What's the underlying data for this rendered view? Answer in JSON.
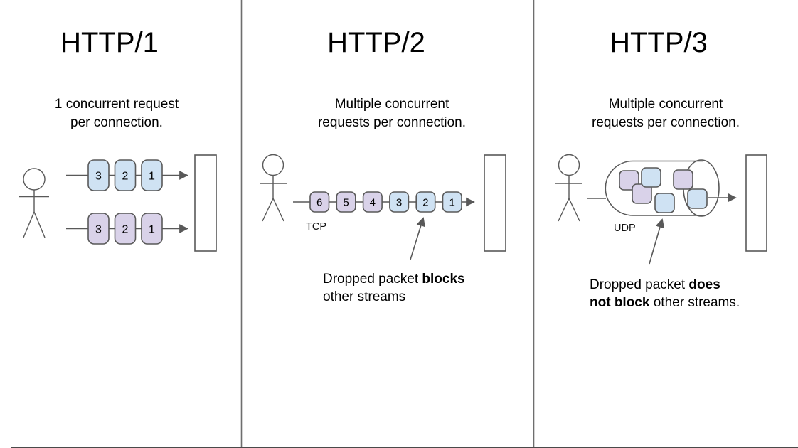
{
  "colors": {
    "packet_blue": "#cfe2f3",
    "packet_purple": "#d9d2e9",
    "outline_gray": "#595959",
    "divider_gray": "#6e6e6e",
    "background": "#ffffff",
    "text": "#000000"
  },
  "columns": [
    {
      "title": "HTTP/1",
      "subtitle_line1": "1 concurrent request",
      "subtitle_line2": "per connection.",
      "streams": [
        {
          "packets": [
            {
              "label": "3",
              "color": "#cfe2f3"
            },
            {
              "label": "2",
              "color": "#cfe2f3"
            },
            {
              "label": "1",
              "color": "#cfe2f3"
            }
          ]
        },
        {
          "packets": [
            {
              "label": "3",
              "color": "#d9d2e9"
            },
            {
              "label": "2",
              "color": "#d9d2e9"
            },
            {
              "label": "1",
              "color": "#d9d2e9"
            }
          ]
        }
      ]
    },
    {
      "title": "HTTP/2",
      "subtitle_line1": "Multiple concurrent",
      "subtitle_line2": "requests per connection.",
      "protocol_label": "TCP",
      "packets": [
        {
          "label": "6",
          "color": "#d9d2e9"
        },
        {
          "label": "5",
          "color": "#d9d2e9"
        },
        {
          "label": "4",
          "color": "#d9d2e9"
        },
        {
          "label": "3",
          "color": "#cfe2f3"
        },
        {
          "label": "2",
          "color": "#cfe2f3"
        },
        {
          "label": "1",
          "color": "#cfe2f3"
        }
      ],
      "caption_line1_normal": "Dropped packet ",
      "caption_line1_bold": "blocks",
      "caption_line2_normal": "other streams"
    },
    {
      "title": "HTTP/3",
      "subtitle_line1": "Multiple concurrent",
      "subtitle_line2": "requests per connection.",
      "protocol_label": "UDP",
      "tunnel_packets": [
        {
          "color": "#d9d2e9"
        },
        {
          "color": "#d9d2e9"
        },
        {
          "color": "#cfe2f3"
        },
        {
          "color": "#d9d2e9"
        },
        {
          "color": "#cfe2f3"
        },
        {
          "color": "#cfe2f3"
        }
      ],
      "caption_line1_normal": "Dropped packet ",
      "caption_line1_bold": "does",
      "caption_line2_bold": "not block",
      "caption_line2_normal": " other streams."
    }
  ]
}
